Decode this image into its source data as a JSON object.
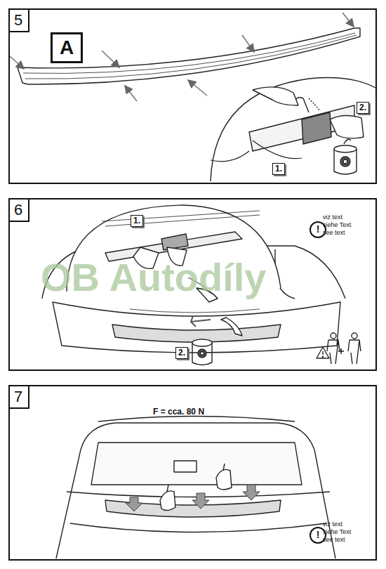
{
  "diagram": {
    "nodes": [
      {
        "text": [
          "5"
        ]
      },
      {
        "text": [
          "A"
        ],
        "in": 0
      },
      {
        "text": [
          "1."
        ],
        "in": 0
      },
      {
        "text": [
          "2."
        ],
        "in": 0
      },
      {
        "text": [
          "6"
        ]
      },
      {
        "text": [
          "1."
        ],
        "in": 4
      },
      {
        "text": [
          "2."
        ],
        "in": 4
      },
      {
        "text": [
          "!"
        ],
        "in": 4
      },
      {
        "text": [
          "7"
        ]
      },
      {
        "text": [
          "!"
        ],
        "in": 8
      }
    ],
    "labels": [
      "viz text",
      "siehe Text",
      "see text",
      "OB Autodíly",
      "F = cca. 80 N",
      "viz text",
      "siehe Text",
      "see text"
    ]
  }
}
